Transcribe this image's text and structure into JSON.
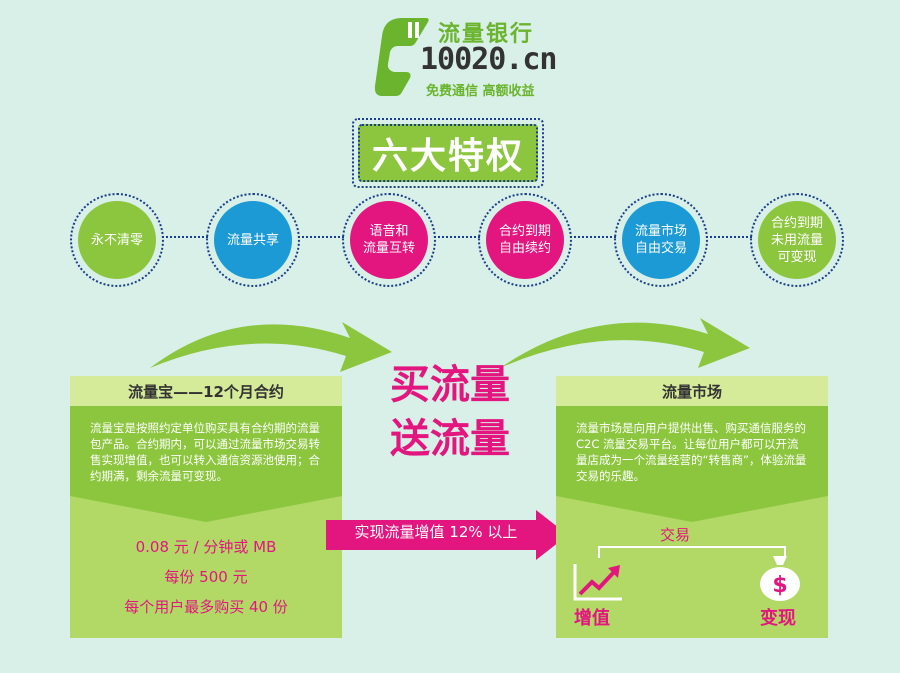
{
  "logo": {
    "title": "流量银行",
    "domain": "10020.cn",
    "slogan": "免费通信  高额收益",
    "mark_icon": "phone-handset-logo-icon"
  },
  "section_title": "六大特权",
  "privileges": [
    {
      "label": "永不清零",
      "color": "#8cc63f"
    },
    {
      "label": "流量共享",
      "color": "#1c9ad6"
    },
    {
      "label": "语音和\n流量互转",
      "color": "#e2167e"
    },
    {
      "label": "合约到期\n自由续约",
      "color": "#e2167e"
    },
    {
      "label": "流量市场\n自由交易",
      "color": "#1c9ad6"
    },
    {
      "label": "合约到期\n未用流量\n可变现",
      "color": "#8cc63f"
    }
  ],
  "left_panel": {
    "title": "流量宝——12个月合约",
    "body": "流量宝是按照约定单位购买具有合约期的流量包产品。合约期内，可以通过流量市场交易转售实现增值，也可以转入通信资源池使用；合约期满，剩余流量可变现。",
    "price_lines": [
      "0.08 元 / 分钟或 MB",
      "每份 500 元",
      "每个用户最多购买 40 份"
    ]
  },
  "center": {
    "line1": "买流量",
    "line2": "送流量",
    "arrow_text": "实现流量增值 12% 以上"
  },
  "right_panel": {
    "title": "流量市场",
    "body": "流量市场是向用户提供出售、购买通信服务的 C2C 流量交易平台。让每位用户都可以开流量店成为一个流量经营的“转售商”，体验流量交易的乐趣。",
    "trade_label": "交易",
    "grow_label": "增值",
    "cash_label": "变现",
    "grow_icon": "growth-chart-icon",
    "cash_icon": "money-bag-icon"
  },
  "colors": {
    "background": "#d9f0e8",
    "green": "#8cc63f",
    "blue": "#1c9ad6",
    "pink": "#e2167e",
    "navy_dots": "#1a3e8c"
  }
}
